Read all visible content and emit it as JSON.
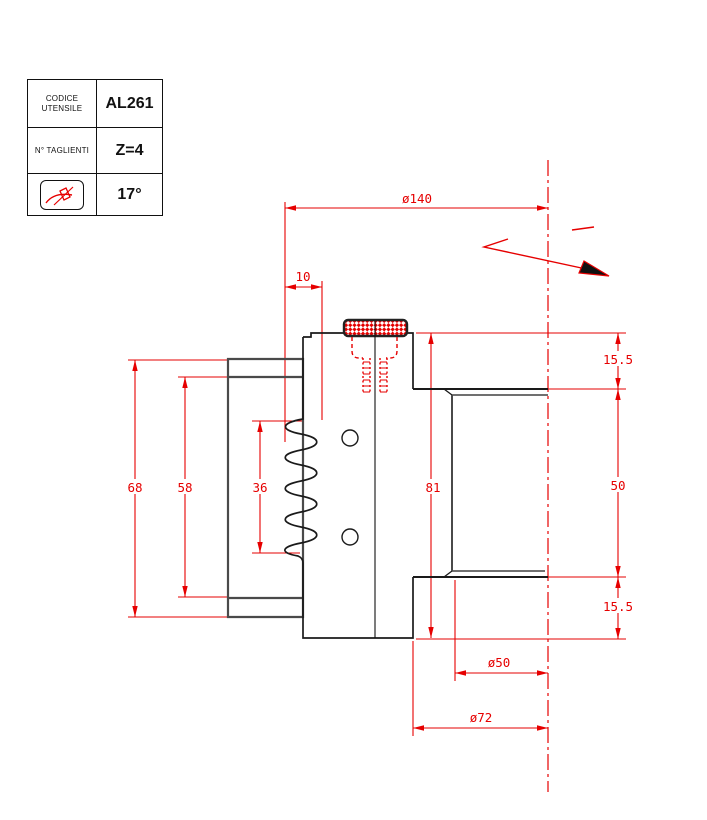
{
  "title_block": {
    "rows": [
      {
        "label": "CODICE\nUTENSILE",
        "value": "AL261"
      },
      {
        "label": "N° TAGLIENTI",
        "value": "Z=4"
      },
      {
        "label": "",
        "value": "17°",
        "icon": "cutting-angle-icon"
      }
    ]
  },
  "dimensions": {
    "diameter_140": "ø140",
    "depth_10": "10",
    "height_68": "68",
    "height_58": "58",
    "height_36": "36",
    "height_81": "81",
    "offset_top_15_5": "15.5",
    "bore_length_50": "50",
    "offset_bottom_15_5": "15.5",
    "diameter_50": "ø50",
    "diameter_72": "ø72"
  },
  "colors": {
    "dimension_red": "#e60000",
    "body_black": "#1a1a1a",
    "plate_gray": "#4a4a4a",
    "insert_pattern_red": "#e60000"
  }
}
